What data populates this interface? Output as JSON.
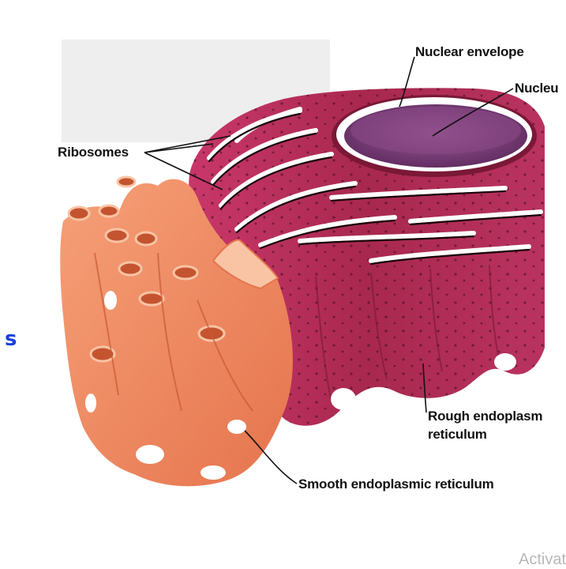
{
  "labels": {
    "nuclear_envelope": "Nuclear envelope",
    "nucleus": "Nucleu",
    "ribosomes": "Ribosomes",
    "rough_er_line1": "Rough endoplasm",
    "rough_er_line2": "reticulum",
    "smooth_er": "Smooth endoplasmic reticulum"
  },
  "stray_text": "s",
  "watermark": "Activate",
  "colors": {
    "rough_er": "#a8284f",
    "rough_er_dark": "#7a1836",
    "nucleus": "#8a4a86",
    "smooth_er": "#f08a62",
    "smooth_er_light": "#f6b08a",
    "stray_text": "#1b3fe0"
  }
}
